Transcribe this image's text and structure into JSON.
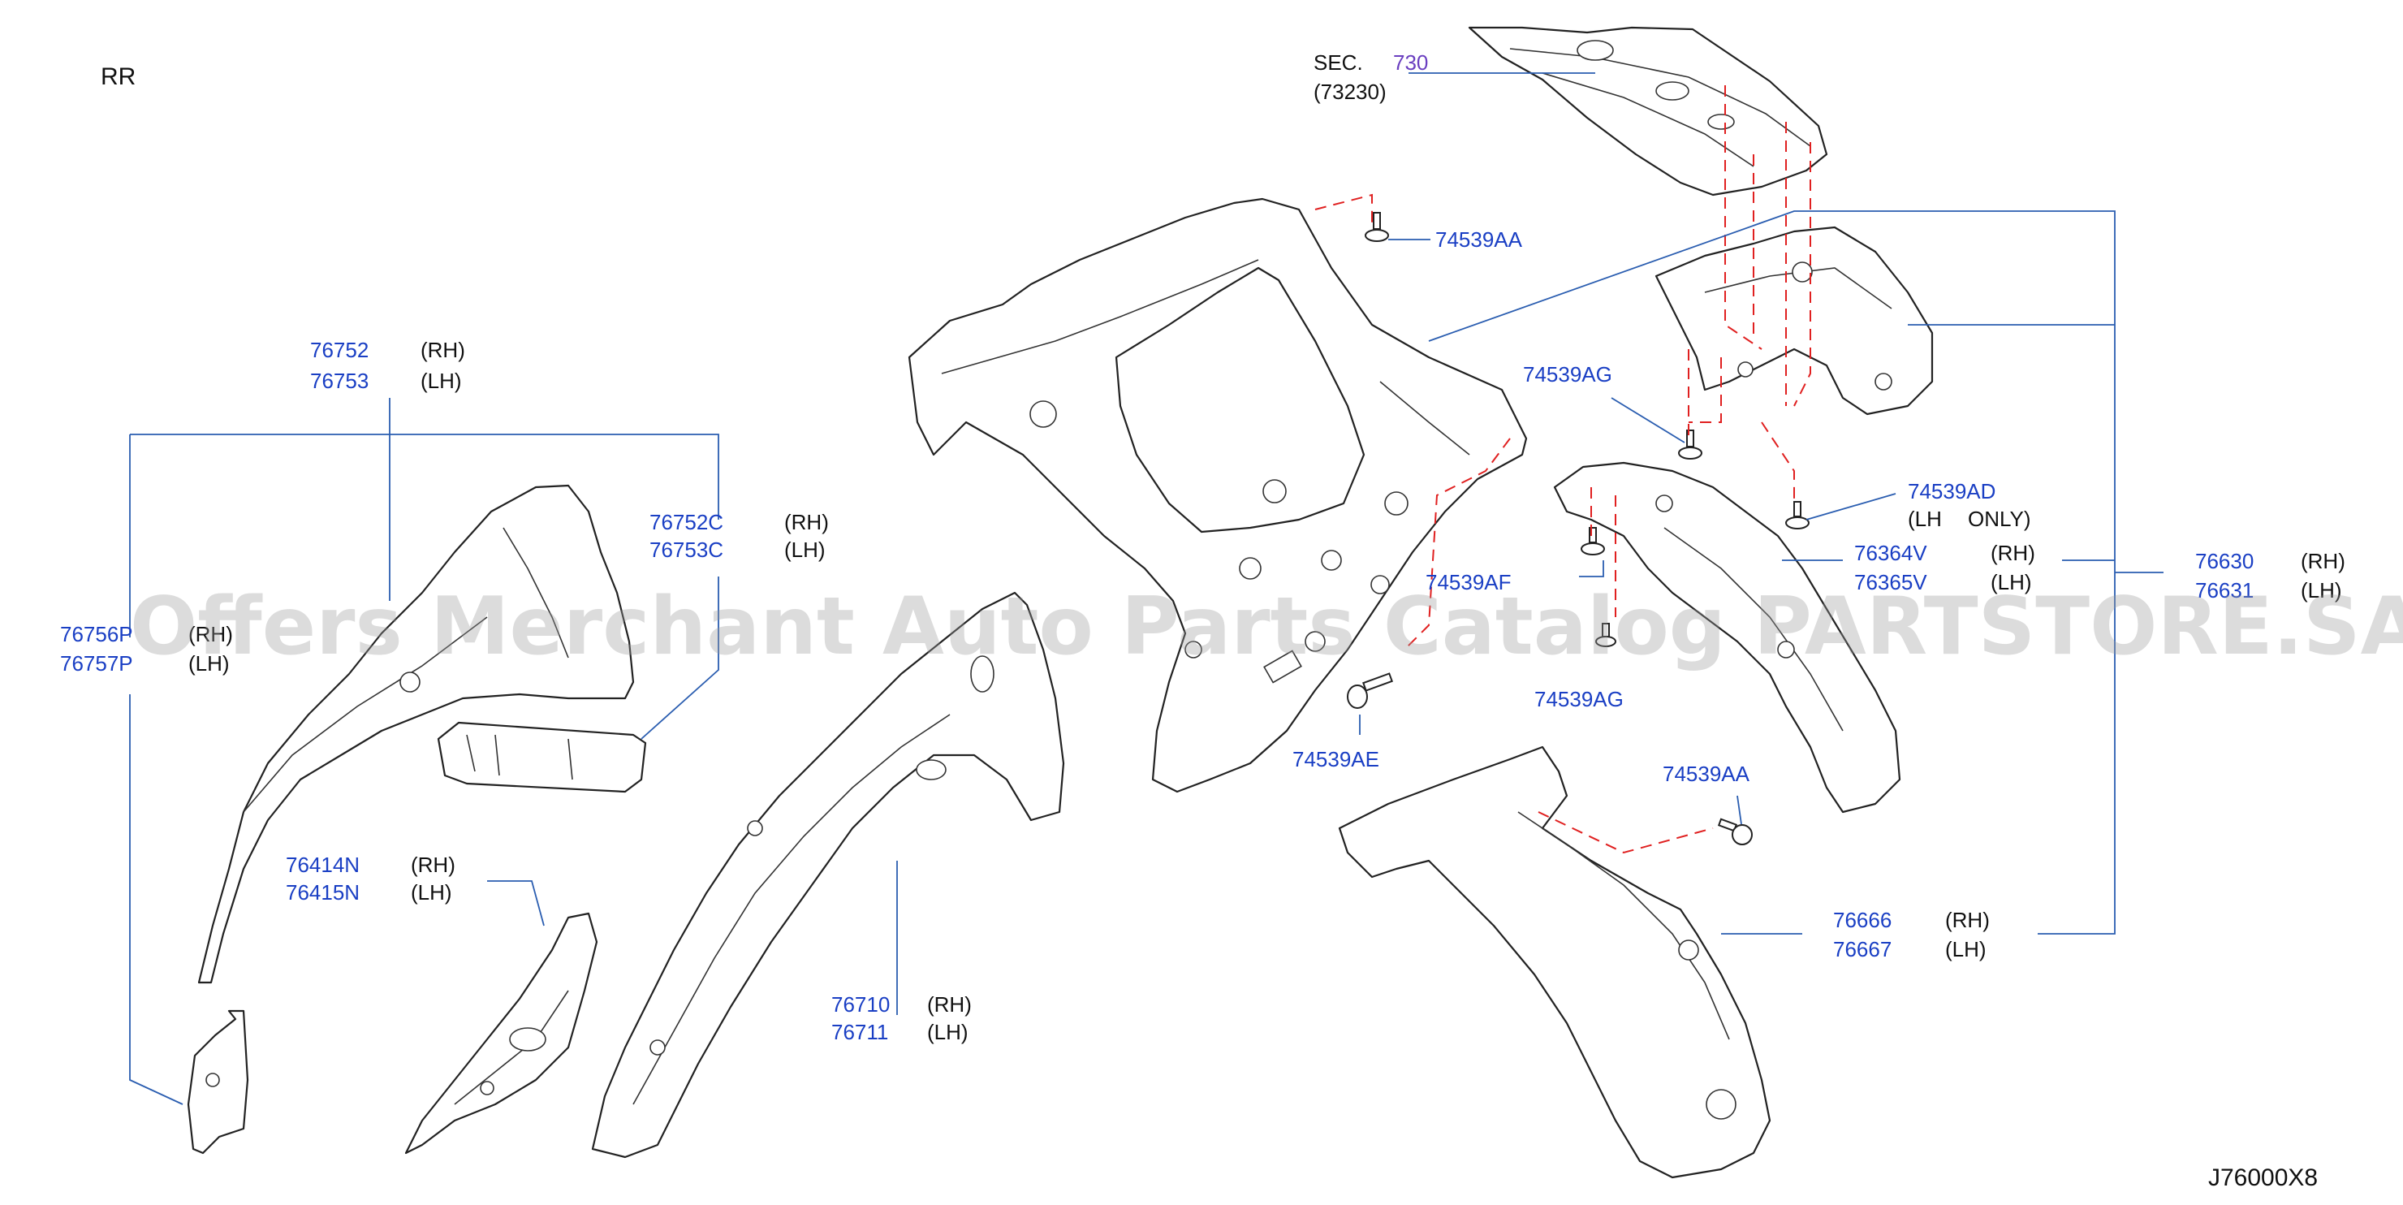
{
  "corner_label": "RR",
  "diagram_code": "J76000X8",
  "watermark": "Offers Merchant Auto Parts Catalog PARTSTORE.SA",
  "section_ref": {
    "prefix": "SEC.",
    "number": "730",
    "sub": "(73230)"
  },
  "colors": {
    "part_number": "#1a3fc4",
    "leader": "#2a5db0",
    "dash": "#e02020",
    "section_number": "#6a3fc0"
  },
  "callouts": [
    {
      "id": "76752",
      "parts": [
        "76752",
        "76753"
      ],
      "sides": [
        "(RH)",
        "(LH)"
      ]
    },
    {
      "id": "76752C",
      "parts": [
        "76752C",
        "76753C"
      ],
      "sides": [
        "(RH)",
        "(LH)"
      ]
    },
    {
      "id": "76756P",
      "parts": [
        "76756P",
        "76757P"
      ],
      "sides": [
        "(RH)",
        "(LH)"
      ]
    },
    {
      "id": "76414N",
      "parts": [
        "76414N",
        "76415N"
      ],
      "sides": [
        "(RH)",
        "(LH)"
      ]
    },
    {
      "id": "76710",
      "parts": [
        "76710",
        "76711"
      ],
      "sides": [
        "(RH)",
        "(LH)"
      ]
    },
    {
      "id": "74539AA-top",
      "parts": [
        "74539AA"
      ],
      "sides": []
    },
    {
      "id": "74539AG-top",
      "parts": [
        "74539AG"
      ],
      "sides": []
    },
    {
      "id": "74539AF",
      "parts": [
        "74539AF"
      ],
      "sides": []
    },
    {
      "id": "74539AG-bottom",
      "parts": [
        "74539AG"
      ],
      "sides": []
    },
    {
      "id": "74539AE",
      "parts": [
        "74539AE"
      ],
      "sides": []
    },
    {
      "id": "74539AD",
      "parts": [
        "74539AD"
      ],
      "sides": [
        "(LH",
        "ONLY)"
      ]
    },
    {
      "id": "76364V",
      "parts": [
        "76364V",
        "76365V"
      ],
      "sides": [
        "(RH)",
        "(LH)"
      ]
    },
    {
      "id": "76630",
      "parts": [
        "76630",
        "76631"
      ],
      "sides": [
        "(RH)",
        "(LH)"
      ]
    },
    {
      "id": "74539AA-bottom",
      "parts": [
        "74539AA"
      ],
      "sides": []
    },
    {
      "id": "76666",
      "parts": [
        "76666",
        "76667"
      ],
      "sides": [
        "(RH)",
        "(LH)"
      ]
    }
  ]
}
